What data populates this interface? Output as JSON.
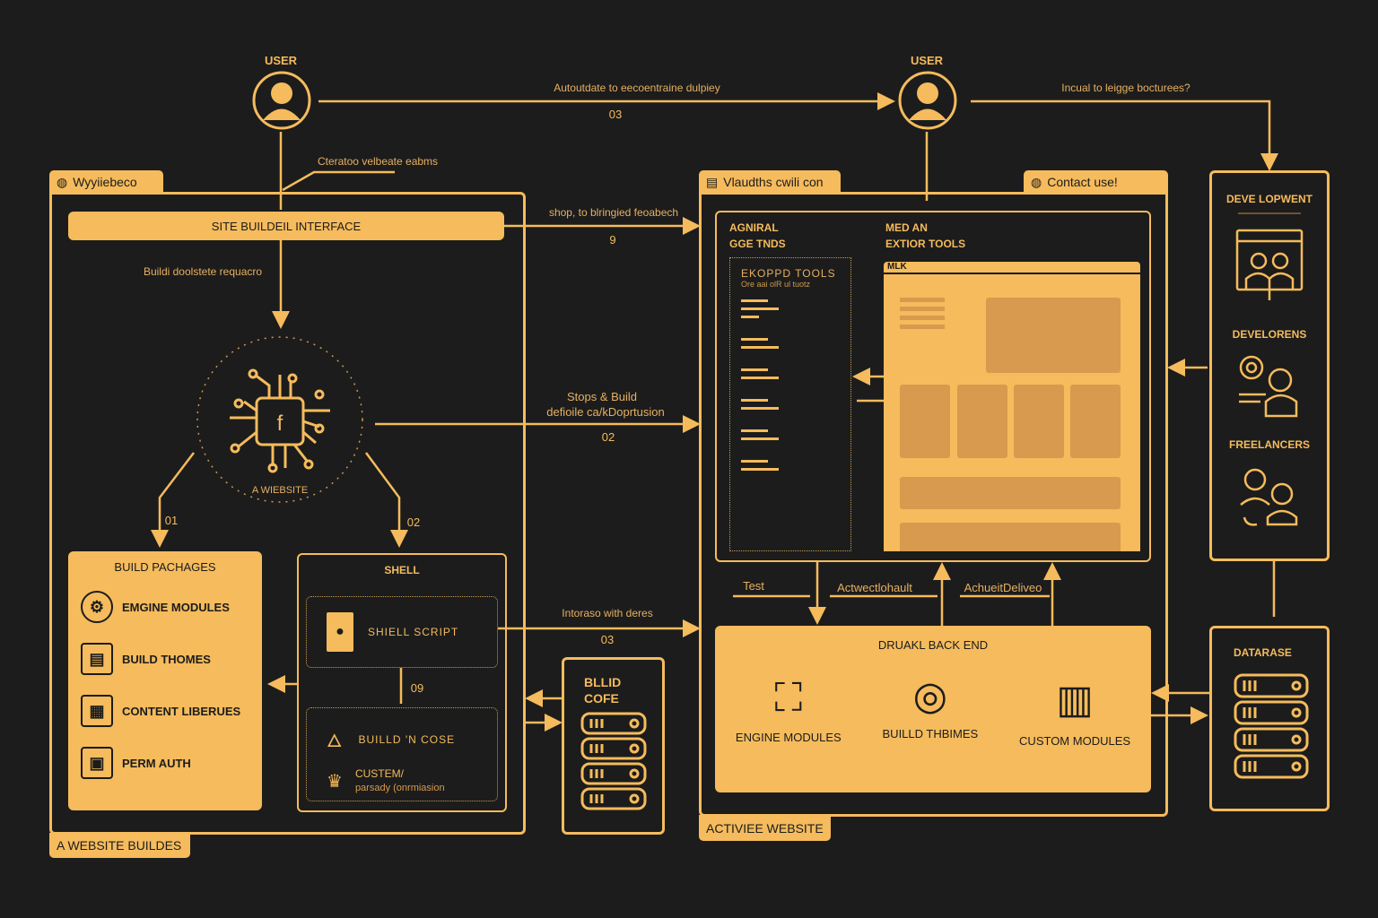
{
  "users": [
    {
      "label": "USER"
    },
    {
      "label": "USER"
    }
  ],
  "edges": {
    "top_arrow": {
      "label": "Autoutdate to eecoentraine dulpiey",
      "num": "03"
    },
    "right_arrow": {
      "label": "Incual to leigge bocturees?"
    },
    "create": {
      "label": "Cteratoo velbeate eabms"
    },
    "build_request": {
      "label": "Buildi doolstete requacro"
    },
    "feedback": {
      "label": "shop, to blringied feoabech",
      "num": "9"
    },
    "steps": {
      "label1": "Stops  & Build",
      "label2": "defioile ca/kDoprtusion",
      "num": "02"
    },
    "interact": {
      "label": "Intoraso with deres",
      "num": "03"
    },
    "left_branch": {
      "num": "01"
    },
    "right_branch": {
      "num": "02"
    },
    "shell_link": {
      "num": "09"
    },
    "test": {
      "label": "Test"
    },
    "activate": {
      "label": "Actwectlohault"
    },
    "deliver": {
      "label": "AchueitDeliveo"
    }
  },
  "builder": {
    "tab": "Wyyiiebeco",
    "footer": "A WEBSITE BUILDES",
    "interface": "SITE BUILDEIL INTERFACE",
    "hub_label": "A WIEBSITE",
    "packages": {
      "title": "BUILD  PACHAGES",
      "items": [
        {
          "label": "EMGINE MODULES",
          "icon": "engine-icon"
        },
        {
          "label": "BUILD THOMES",
          "icon": "theme-icon"
        },
        {
          "label": "CONTENT LIBERUES",
          "icon": "library-icon"
        },
        {
          "label": "PERM AUTH",
          "icon": "auth-icon"
        }
      ]
    },
    "shell": {
      "title": "SHELL",
      "script": "SHIELL SCRIPT",
      "build": "BUILLD 'N COSE",
      "custom1": "CUSTEM/",
      "custom2": "parsady (onrmiasion"
    },
    "core": {
      "title1": "BLLID",
      "title2": "COFE"
    }
  },
  "site": {
    "tab1": "Vlaudths cwili con",
    "tab2": "Contact use!",
    "footer": "ACTIVIEE WEBSITE",
    "col1": {
      "h1": "AGNIRAL",
      "h2": "GGE TNDS",
      "tools": "EKOPPD TOOLS",
      "sub": "Ore aai olR ul tuotz"
    },
    "col2": {
      "h1": "MED AN",
      "h2": "EXTIOR TOOLS",
      "win": "MLK"
    },
    "backend": {
      "title": "DRUAKL BACK END",
      "items": [
        "ENGINE MODULES",
        "BUILLD THBIMES",
        "CUSTOM MODULES"
      ]
    }
  },
  "dev": {
    "title": "DEVE LOPWENT",
    "groups": [
      "DEVELORENS",
      "FREELANCERS"
    ]
  },
  "db": {
    "title": "DATARASE"
  },
  "colors": {
    "bg": "#1c1c1c",
    "accent": "#f5bb5c",
    "muted": "#d89a4e"
  }
}
